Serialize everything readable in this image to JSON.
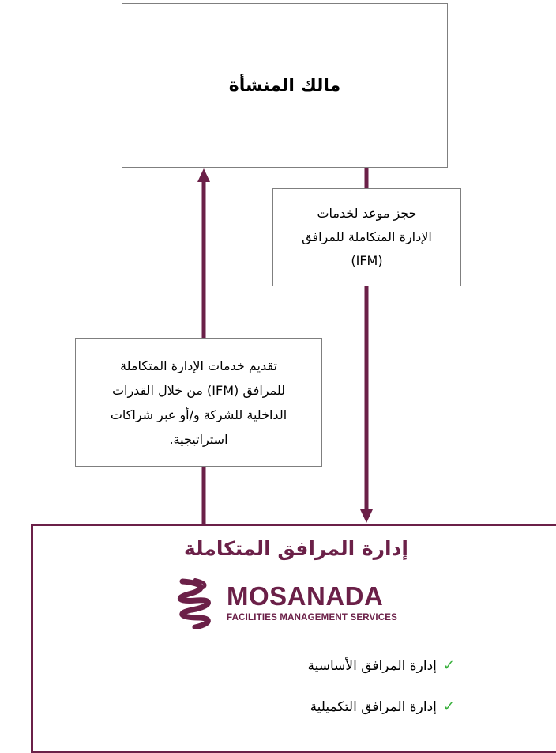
{
  "owner": {
    "label": "مالك المنشأة"
  },
  "booking": {
    "lines": [
      "حجز موعد لخدمات",
      "الإدارة المتكاملة للمرافق",
      "(IFM)"
    ]
  },
  "delivery": {
    "lines": [
      "تقديم خدمات الإدارة المتكاملة",
      "للمرافق (IFM) من خلال القدرات",
      "الداخلية للشركة و/أو عبر شراكات",
      "استراتيجية."
    ]
  },
  "ifm": {
    "title": "إدارة المرافق المتكاملة",
    "logo": {
      "name": "MOSANADA",
      "subtitle": "FACILITIES MANAGEMENT SERVICES"
    },
    "services": [
      {
        "label": "إدارة المرافق الأساسية",
        "icon": "check-icon"
      },
      {
        "label": "إدارة المرافق التكميلية",
        "icon": "check-icon"
      }
    ]
  },
  "colors": {
    "accent": "#6b2048",
    "border": "#7f7f7f",
    "check": "#38b03c"
  }
}
